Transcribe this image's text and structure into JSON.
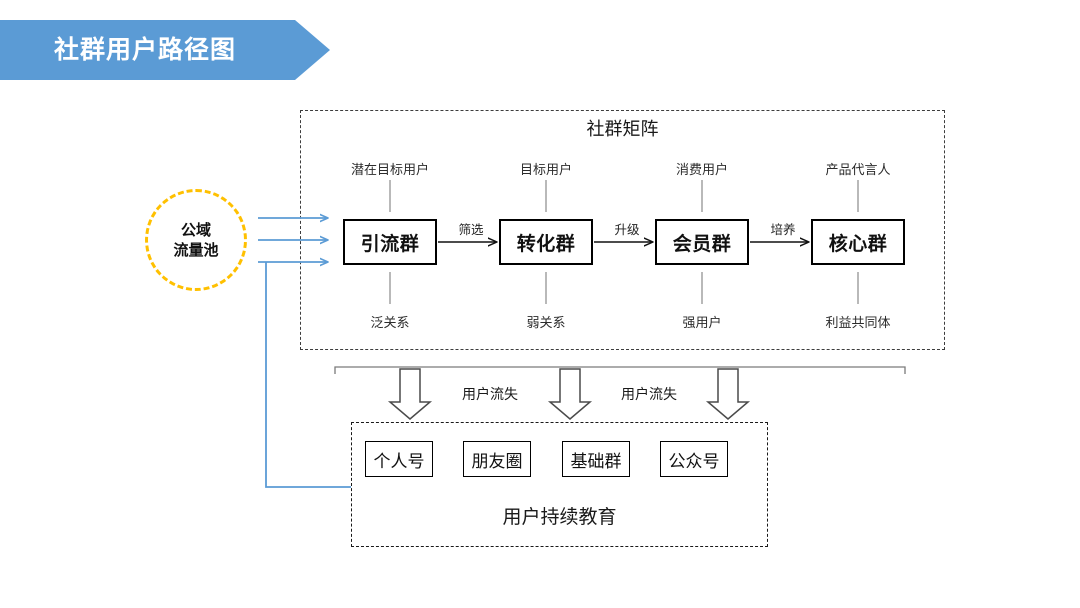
{
  "banner": {
    "title": "社群用户路径图",
    "fill_color": "#5b9bd5",
    "text_color": "#ffffff"
  },
  "source": {
    "label": "公域\n流量池",
    "border_color": "#ffc000",
    "shape": "dashed-circle",
    "inflow_arrow_color": "#5b9bd5",
    "inflow_arrow_count": 3
  },
  "matrix": {
    "title": "社群矩阵",
    "border_style": "dashed",
    "stages": [
      {
        "top_label": "潜在目标用户",
        "name": "引流群",
        "bottom_label": "泛关系"
      },
      {
        "top_label": "目标用户",
        "name": "转化群",
        "bottom_label": "弱关系"
      },
      {
        "top_label": "消费用户",
        "name": "会员群",
        "bottom_label": "强用户"
      },
      {
        "top_label": "产品代言人",
        "name": "核心群",
        "bottom_label": "利益共同体"
      }
    ],
    "transitions": [
      {
        "label": "筛选"
      },
      {
        "label": "升级"
      },
      {
        "label": "培养"
      }
    ]
  },
  "churn": {
    "labels": [
      "用户流失",
      "用户流失"
    ],
    "arrow_count": 3,
    "arrow_style": "hollow-block-down"
  },
  "education": {
    "caption": "用户持续教育",
    "border_style": "dashed",
    "channels": [
      "个人号",
      "朋友圈",
      "基础群",
      "公众号"
    ]
  }
}
